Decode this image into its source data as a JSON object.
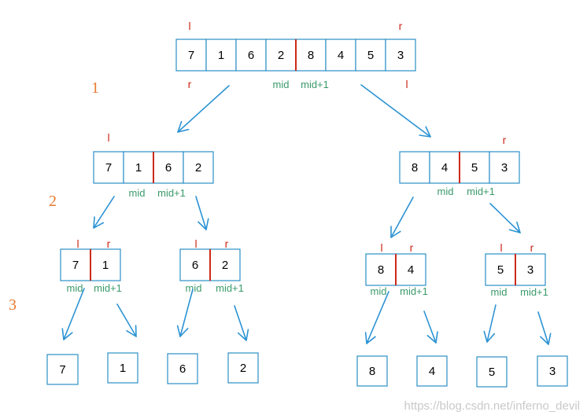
{
  "levels": [
    "1",
    "2",
    "3"
  ],
  "watermark": "https://blog.csdn.net/inferno_devil",
  "pointer_labels": {
    "left": "l",
    "right": "r",
    "mid": "mid",
    "mid_plus_one": "mid+1"
  },
  "colors": {
    "box_border": "#2b8fc6",
    "arrow": "#2c93d4",
    "pointer": "#cc2a1a",
    "mid_text": "#3a9a6a",
    "level_number": "#e8792e"
  },
  "arrays": [
    {
      "values": [
        "7",
        "1",
        "6",
        "2",
        "8",
        "4",
        "5",
        "3"
      ],
      "split_after": 4,
      "l": "above-left",
      "r": "above-right",
      "below_pointers": true
    },
    {
      "values": [
        "7",
        "1",
        "6",
        "2"
      ],
      "split_after": 2
    },
    {
      "values": [
        "8",
        "4",
        "5",
        "3"
      ],
      "split_after": 2
    },
    {
      "values": [
        "7",
        "1"
      ],
      "split_after": 1
    },
    {
      "values": [
        "6",
        "2"
      ],
      "split_after": 1
    },
    {
      "values": [
        "8",
        "4"
      ],
      "split_after": 1
    },
    {
      "values": [
        "5",
        "3"
      ],
      "split_after": 1
    },
    {
      "values": [
        "7"
      ]
    },
    {
      "values": [
        "1"
      ]
    },
    {
      "values": [
        "6"
      ]
    },
    {
      "values": [
        "2"
      ]
    },
    {
      "values": [
        "8"
      ]
    },
    {
      "values": [
        "4"
      ]
    },
    {
      "values": [
        "5"
      ]
    },
    {
      "values": [
        "3"
      ]
    }
  ]
}
